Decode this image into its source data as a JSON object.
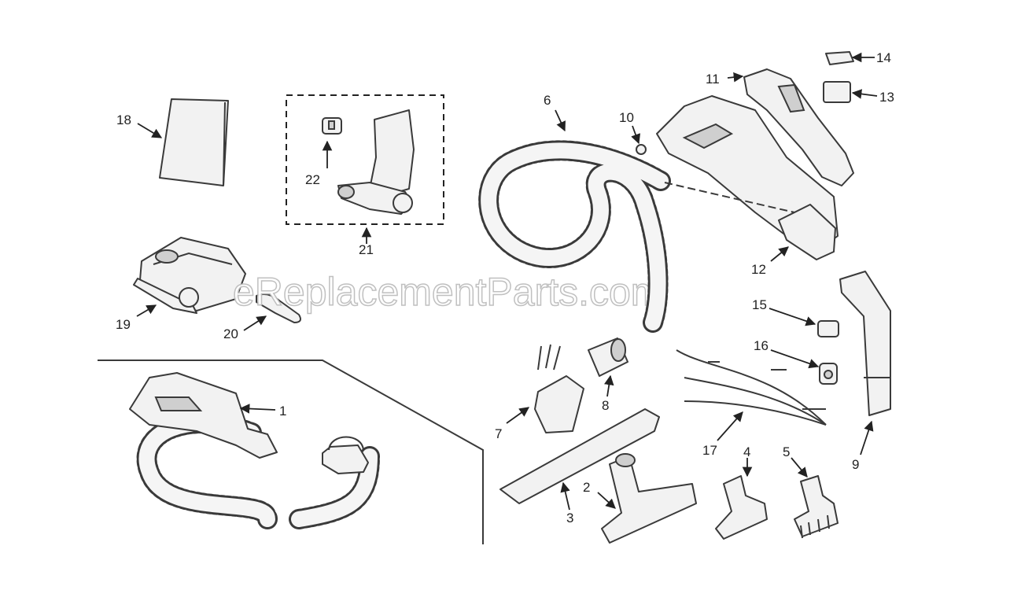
{
  "watermark": "eReplacementParts.com",
  "callouts": [
    "1",
    "2",
    "3",
    "4",
    "5",
    "6",
    "7",
    "8",
    "9",
    "10",
    "11",
    "12",
    "13",
    "14",
    "15",
    "16",
    "17",
    "18",
    "19",
    "20",
    "21",
    "22"
  ],
  "colors": {
    "line": "#3a3a3a",
    "fill": "#f2f2f2",
    "background": "#ffffff"
  }
}
